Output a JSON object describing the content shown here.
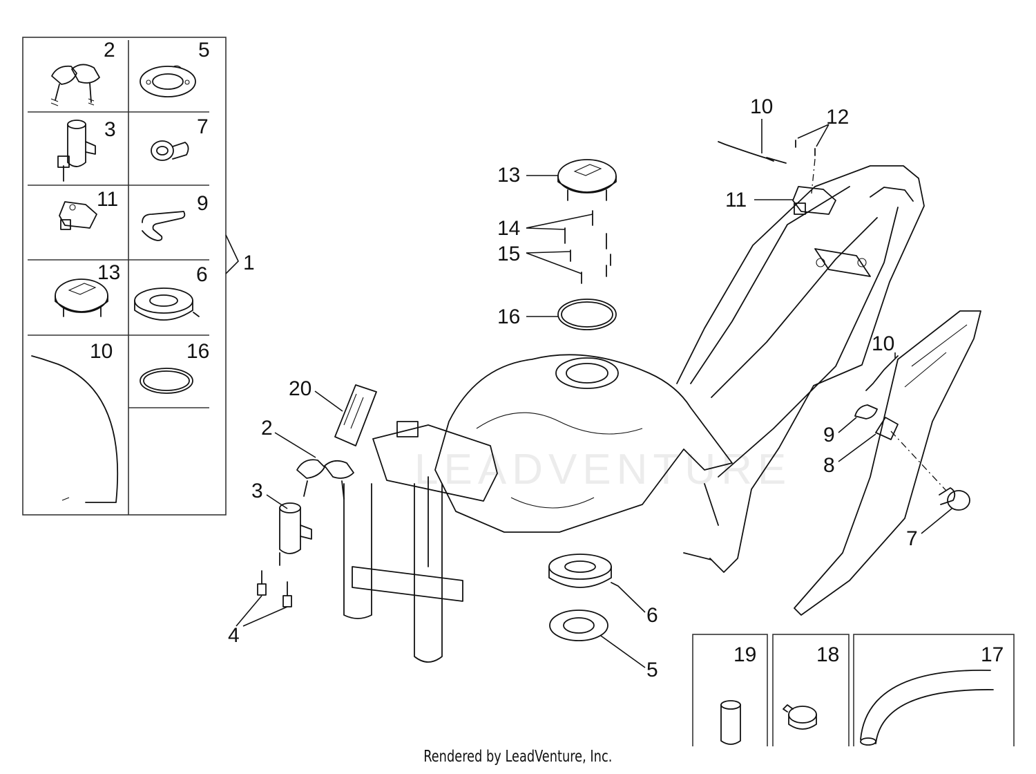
{
  "kit": {
    "label": "1",
    "cells": [
      {
        "id": "2",
        "label": "2"
      },
      {
        "id": "5",
        "label": "5"
      },
      {
        "id": "3",
        "label": "3"
      },
      {
        "id": "7",
        "label": "7"
      },
      {
        "id": "11",
        "label": "11"
      },
      {
        "id": "9",
        "label": "9"
      },
      {
        "id": "13",
        "label": "13"
      },
      {
        "id": "6",
        "label": "6"
      },
      {
        "id": "10",
        "label": "10"
      },
      {
        "id": "16",
        "label": "16"
      }
    ]
  },
  "callouts": {
    "c2": "2",
    "c3": "3",
    "c4": "4",
    "c5": "5",
    "c6": "6",
    "c7": "7",
    "c8": "8",
    "c9": "9",
    "c10a": "10",
    "c10b": "10",
    "c11": "11",
    "c12": "12",
    "c13": "13",
    "c14": "14",
    "c15": "15",
    "c16": "16",
    "c20": "20"
  },
  "extras": [
    {
      "id": "19",
      "label": "19"
    },
    {
      "id": "18",
      "label": "18"
    },
    {
      "id": "17",
      "label": "17"
    }
  ],
  "watermark": "LEADVENTURE",
  "footer": "Rendered by LeadVenture, Inc."
}
